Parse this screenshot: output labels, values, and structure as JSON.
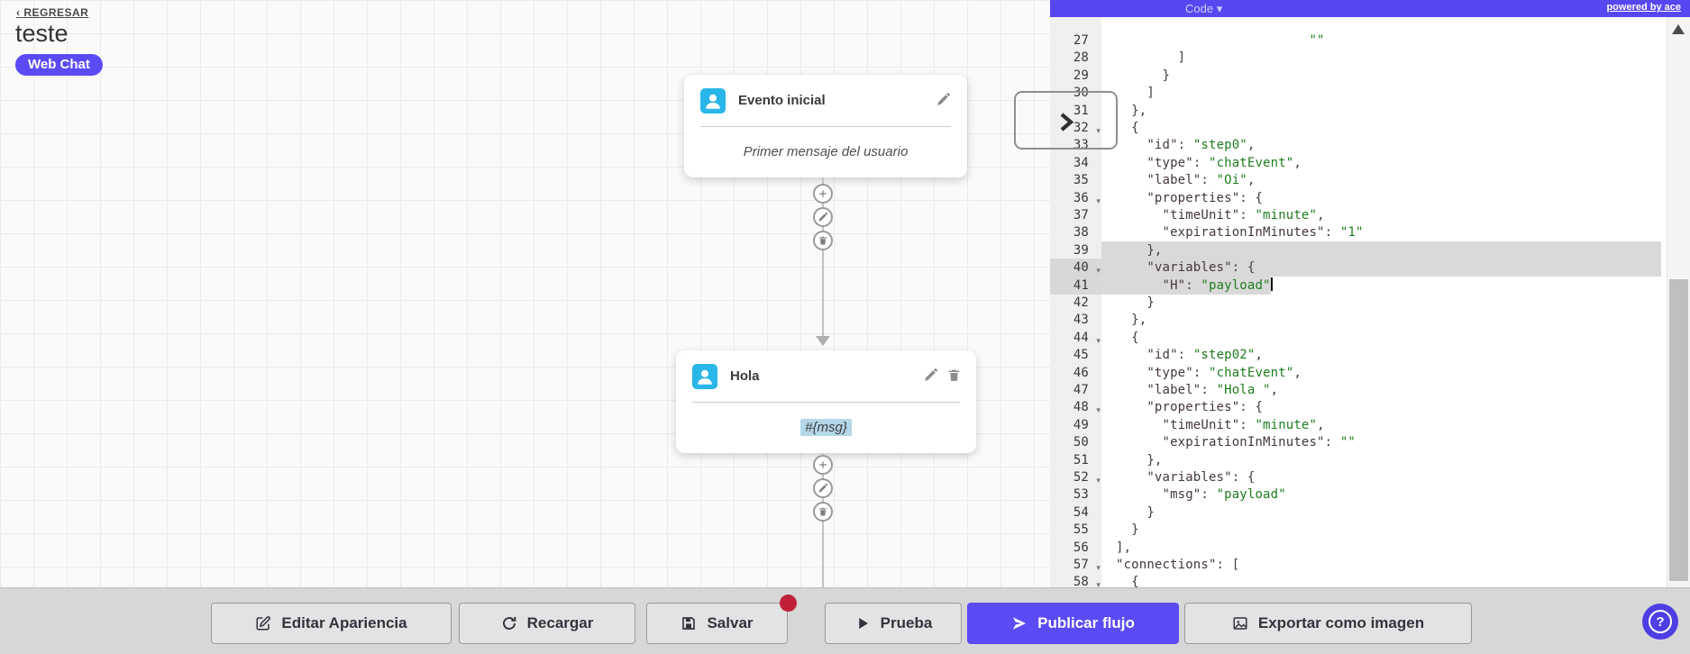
{
  "page": {
    "back_link": "‹ REGRESAR",
    "title": "teste",
    "channel_badge": "Web Chat",
    "help_label": "?"
  },
  "colors": {
    "accent": "#5b4bf5",
    "node_icon_bg": "#29b6e8",
    "string_green": "#1e7d1e",
    "selection_gray": "#d9d9d9",
    "red_dot": "#c0203a"
  },
  "nodes": [
    {
      "title": "Evento inicial",
      "body": "Primer mensaje del usuario",
      "body_style": "italic",
      "icon": "person",
      "actions": [
        "edit"
      ]
    },
    {
      "title": "Hola",
      "body": "#{msg}",
      "body_style": "chip",
      "icon": "person",
      "actions": [
        "edit",
        "delete"
      ]
    }
  ],
  "connector_icons": [
    "plus",
    "edit",
    "delete"
  ],
  "code_panel": {
    "header_label": "Code",
    "header_caret": "▾",
    "powered_by": "powered by ace",
    "fold_arrow": "▾",
    "first_line_number": 27,
    "selection": {
      "full_lines": [
        39,
        40
      ],
      "partial_line": 41,
      "gutter_highlight": [
        40,
        41
      ]
    },
    "lines": [
      {
        "n": 27,
        "fold": false,
        "t": [
          [
            "r",
            "                         "
          ],
          [
            "s",
            "\"\""
          ]
        ]
      },
      {
        "n": 28,
        "fold": false,
        "t": [
          [
            "r",
            "        ]"
          ]
        ]
      },
      {
        "n": 29,
        "fold": false,
        "t": [
          [
            "r",
            "      }"
          ]
        ]
      },
      {
        "n": 30,
        "fold": false,
        "t": [
          [
            "r",
            "    ]"
          ]
        ]
      },
      {
        "n": 31,
        "fold": false,
        "t": [
          [
            "r",
            "  },"
          ]
        ]
      },
      {
        "n": 32,
        "fold": true,
        "t": [
          [
            "r",
            "  {"
          ]
        ]
      },
      {
        "n": 33,
        "fold": false,
        "t": [
          [
            "r",
            "    "
          ],
          [
            "k",
            "\"id\""
          ],
          [
            "r",
            ": "
          ],
          [
            "s",
            "\"step0\""
          ],
          [
            "r",
            ","
          ]
        ]
      },
      {
        "n": 34,
        "fold": false,
        "t": [
          [
            "r",
            "    "
          ],
          [
            "k",
            "\"type\""
          ],
          [
            "r",
            ": "
          ],
          [
            "s",
            "\"chatEvent\""
          ],
          [
            "r",
            ","
          ]
        ]
      },
      {
        "n": 35,
        "fold": false,
        "t": [
          [
            "r",
            "    "
          ],
          [
            "k",
            "\"label\""
          ],
          [
            "r",
            ": "
          ],
          [
            "s",
            "\"Oi\""
          ],
          [
            "r",
            ","
          ]
        ]
      },
      {
        "n": 36,
        "fold": true,
        "t": [
          [
            "r",
            "    "
          ],
          [
            "k",
            "\"properties\""
          ],
          [
            "r",
            ": {"
          ]
        ]
      },
      {
        "n": 37,
        "fold": false,
        "t": [
          [
            "r",
            "      "
          ],
          [
            "k",
            "\"timeUnit\""
          ],
          [
            "r",
            ": "
          ],
          [
            "s",
            "\"minute\""
          ],
          [
            "r",
            ","
          ]
        ]
      },
      {
        "n": 38,
        "fold": false,
        "t": [
          [
            "r",
            "      "
          ],
          [
            "k",
            "\"expirationInMinutes\""
          ],
          [
            "r",
            ": "
          ],
          [
            "s",
            "\"1\""
          ]
        ]
      },
      {
        "n": 39,
        "fold": false,
        "t": [
          [
            "r",
            "    },"
          ]
        ]
      },
      {
        "n": 40,
        "fold": true,
        "t": [
          [
            "r",
            "    "
          ],
          [
            "k",
            "\"variables\""
          ],
          [
            "r",
            ": {"
          ]
        ]
      },
      {
        "n": 41,
        "fold": false,
        "cursor": true,
        "t": [
          [
            "r",
            "      "
          ],
          [
            "k",
            "\"H\""
          ],
          [
            "r",
            ": "
          ],
          [
            "s",
            "\"payload\""
          ]
        ]
      },
      {
        "n": 42,
        "fold": false,
        "t": [
          [
            "r",
            "    }"
          ]
        ]
      },
      {
        "n": 43,
        "fold": false,
        "t": [
          [
            "r",
            "  },"
          ]
        ]
      },
      {
        "n": 44,
        "fold": true,
        "t": [
          [
            "r",
            "  {"
          ]
        ]
      },
      {
        "n": 45,
        "fold": false,
        "t": [
          [
            "r",
            "    "
          ],
          [
            "k",
            "\"id\""
          ],
          [
            "r",
            ": "
          ],
          [
            "s",
            "\"step02\""
          ],
          [
            "r",
            ","
          ]
        ]
      },
      {
        "n": 46,
        "fold": false,
        "t": [
          [
            "r",
            "    "
          ],
          [
            "k",
            "\"type\""
          ],
          [
            "r",
            ": "
          ],
          [
            "s",
            "\"chatEvent\""
          ],
          [
            "r",
            ","
          ]
        ]
      },
      {
        "n": 47,
        "fold": false,
        "t": [
          [
            "r",
            "    "
          ],
          [
            "k",
            "\"label\""
          ],
          [
            "r",
            ": "
          ],
          [
            "s",
            "\"Hola \""
          ],
          [
            "r",
            ","
          ]
        ]
      },
      {
        "n": 48,
        "fold": true,
        "t": [
          [
            "r",
            "    "
          ],
          [
            "k",
            "\"properties\""
          ],
          [
            "r",
            ": {"
          ]
        ]
      },
      {
        "n": 49,
        "fold": false,
        "t": [
          [
            "r",
            "      "
          ],
          [
            "k",
            "\"timeUnit\""
          ],
          [
            "r",
            ": "
          ],
          [
            "s",
            "\"minute\""
          ],
          [
            "r",
            ","
          ]
        ]
      },
      {
        "n": 50,
        "fold": false,
        "t": [
          [
            "r",
            "      "
          ],
          [
            "k",
            "\"expirationInMinutes\""
          ],
          [
            "r",
            ": "
          ],
          [
            "s",
            "\"\""
          ]
        ]
      },
      {
        "n": 51,
        "fold": false,
        "t": [
          [
            "r",
            "    },"
          ]
        ]
      },
      {
        "n": 52,
        "fold": true,
        "t": [
          [
            "r",
            "    "
          ],
          [
            "k",
            "\"variables\""
          ],
          [
            "r",
            ": {"
          ]
        ]
      },
      {
        "n": 53,
        "fold": false,
        "t": [
          [
            "r",
            "      "
          ],
          [
            "k",
            "\"msg\""
          ],
          [
            "r",
            ": "
          ],
          [
            "s",
            "\"payload\""
          ]
        ]
      },
      {
        "n": 54,
        "fold": false,
        "t": [
          [
            "r",
            "    }"
          ]
        ]
      },
      {
        "n": 55,
        "fold": false,
        "t": [
          [
            "r",
            "  }"
          ]
        ]
      },
      {
        "n": 56,
        "fold": false,
        "t": [
          [
            "r",
            "],"
          ]
        ]
      },
      {
        "n": 57,
        "fold": true,
        "t": [
          [
            "k",
            "\"connections\""
          ],
          [
            "r",
            ": ["
          ]
        ]
      },
      {
        "n": 58,
        "fold": true,
        "t": [
          [
            "r",
            "  {"
          ]
        ]
      }
    ]
  },
  "toolbar": {
    "buttons": [
      {
        "label": "Editar Apariencia",
        "icon": "edit-square"
      },
      {
        "label": "Recargar",
        "icon": "refresh"
      },
      {
        "label": "Salvar",
        "icon": "save",
        "badge": true
      },
      {
        "label": "Prueba",
        "icon": "play"
      },
      {
        "label": "Publicar flujo",
        "icon": "send",
        "variant": "primary"
      },
      {
        "label": "Exportar como imagen",
        "icon": "image"
      }
    ]
  }
}
